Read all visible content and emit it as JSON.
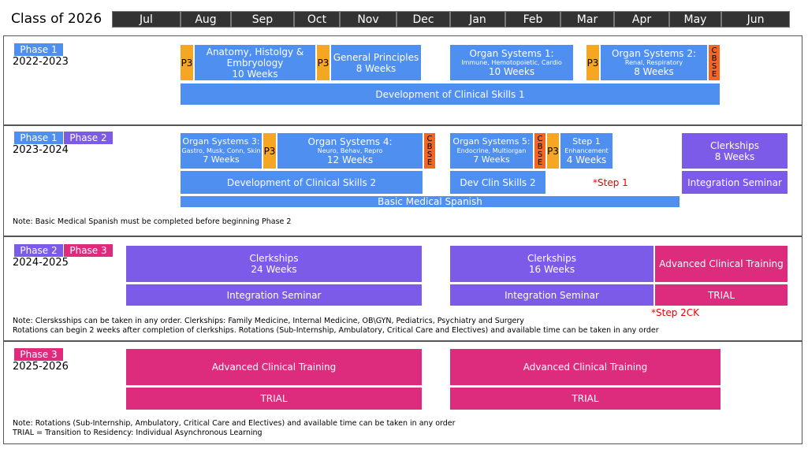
{
  "header": {
    "title": "Class of 2026",
    "months": [
      "Jul",
      "Aug",
      "Sep",
      "Oct",
      "Nov",
      "Dec",
      "Jan",
      "Feb",
      "Mar",
      "Apr",
      "May",
      "Jun"
    ]
  },
  "colors": {
    "phase1": "#4f8ff0",
    "phase2": "#7b5be8",
    "phase3": "#dd2b7d",
    "p3": "#f5a623",
    "cbse": "#f26522"
  },
  "s1": {
    "phase": "Phase 1",
    "year": "2022-2023",
    "p3": "P3",
    "anatomy": {
      "title": "Anatomy, Histolgy &",
      "title2": "Embryology",
      "weeks": "10 Weeks"
    },
    "general": {
      "title": "General Principles",
      "weeks": "8 Weeks"
    },
    "os1": {
      "title": "Organ Systems 1:",
      "sub": "Immune, Hemotopoietic, Cardio",
      "weeks": "10 Weeks"
    },
    "os2": {
      "title": "Organ Systems 2:",
      "sub": "Renal, Respiratory",
      "weeks": "8 Weeks"
    },
    "cbse": "CBSE",
    "dcs": "Development of Clinical Skills 1"
  },
  "s2": {
    "phase1": "Phase 1",
    "phase2": "Phase 2",
    "year": "2023-2024",
    "p3": "P3",
    "cbse": "CBSE",
    "os3": {
      "title": "Organ Systems 3:",
      "sub": "Gastro, Musk, Conn, Skin",
      "weeks": "7 Weeks"
    },
    "os4": {
      "title": "Organ Systems 4:",
      "sub": "Neuro, Behav, Repro",
      "weeks": "12 Weeks"
    },
    "os5": {
      "title": "Endocrine, Multiorgan",
      "head": "Organ Systems 5:",
      "weeks": "7 Weeks"
    },
    "step1": {
      "title": "Step 1",
      "sub": "Enhancement",
      "weeks": "4 Weeks"
    },
    "clerk": {
      "title": "Clerkships",
      "weeks": "8 Weeks"
    },
    "integ": "Integration Seminar",
    "dcs2": "Development of Clinical Skills 2",
    "dcs2b": "Dev Clin Skills 2",
    "step1note": "*Step 1",
    "spanish": "Basic Medical Spanish",
    "note": "Note: Basic Medical Spanish must be completed before beginning Phase 2"
  },
  "s3": {
    "phase2": "Phase 2",
    "phase3": "Phase 3",
    "year": "2024-2025",
    "clerkA": {
      "title": "Clerkships",
      "weeks": "24 Weeks"
    },
    "clerkB": {
      "title": "Clerkships",
      "weeks": "16 Weeks"
    },
    "integ": "Integration Seminar",
    "act": "Advanced Clinical Training",
    "trial": "TRIAL",
    "step2": "*Step 2CK",
    "note1": "Note: Clersksships can be taken in any order. Clerkships: Family Medicine, Internal Medicine, OB\\GYN, Pediatrics, Psychiatry and Surgery",
    "note2": "Rotations can begin 2 weeks after completion of clerkships. Rotations (Sub-Internship, Ambulatory, Critical Care and Electives) and available time can be taken in any order"
  },
  "s4": {
    "phase3": "Phase 3",
    "year": "2025-2026",
    "act": "Advanced Clinical Training",
    "trial": "TRIAL",
    "note1": "Note: Rotations (Sub-Internship, Ambulatory, Critical Care and Electives) and available time can be taken in any order",
    "note2": "TRIAL = Transition to Residency: Individual Asynchronous Learning"
  }
}
